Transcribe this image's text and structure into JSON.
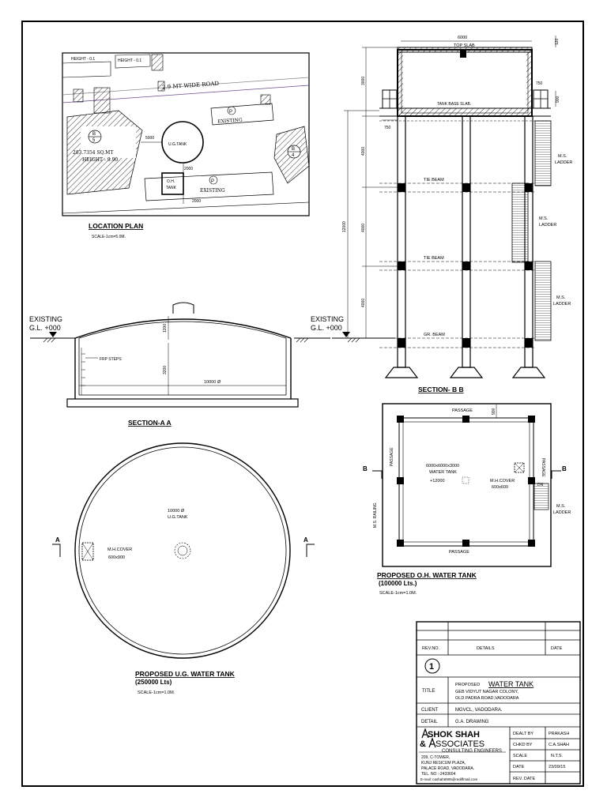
{
  "location_plan": {
    "labels": {
      "height_a": "HEIGHT - 0.1",
      "height_b": "HEIGHT - 0.1",
      "road": "2.9 MT WIDE ROAD",
      "p_top": "P",
      "existing_top": "EXISTING",
      "area": "283.7354 SQ.MT",
      "height_c": "HEIGHT - 9.90",
      "ug_tank": "U.G.TANK",
      "dim_5000": "5000",
      "dim_2000a": "2000",
      "oh_tank_1": "O.H.",
      "oh_tank_2": "TANK",
      "p_bottom": "P",
      "existing_bottom": "EXISTING",
      "dim_2000b": "2000",
      "bubble_left_top": "B",
      "bubble_left_bottom": "5",
      "bubble_right_top": "B",
      "bubble_right_bottom": "4"
    },
    "title": "LOCATION PLAN",
    "scale": "SCALE-1cm=5.0M."
  },
  "section_aa": {
    "existing": "EXISTING",
    "gl": "G.L. +000",
    "frp_steps": "FRP STEPS",
    "dim_1200": "1200",
    "dim_3200": "3200",
    "diameter": "10000 Ø",
    "title": "SECTION-A A"
  },
  "section_bb": {
    "dim_6000": "6000",
    "top_slab": "TOP SLAB",
    "dim_120": "120",
    "dim_3000": "3000",
    "dim_750a": "750",
    "dim_900": "900",
    "tank_base_slab": "TANK BASE SLAB.",
    "dim_750b": "750",
    "dim_4000a": "4000",
    "dim_4000b": "4000",
    "dim_4000c": "4000",
    "dim_12000": "12000",
    "tie_beam_1": "TIE BEAM",
    "tie_beam_2": "TIE BEAM",
    "gr_beam": "GR. BEAM",
    "ladder_1a": "M.S.",
    "ladder_1b": "LADDER",
    "ladder_2a": "M.S.",
    "ladder_2b": "LADDER",
    "ladder_3a": "M.S.",
    "ladder_3b": "LADDER",
    "existing": "EXISTING",
    "gl": "G.L. +000",
    "title": "SECTION- B B"
  },
  "oh_plan": {
    "passage_top": "PASSAGE",
    "passage_bottom": "PASSAGE",
    "passage_left": "PASSAGE",
    "passage_right": "PASSAGE",
    "dim_900": "900",
    "tank_size": "6000x6000x3000",
    "water_tank": "WATER TANK",
    "level": "+12000",
    "mh_cover": "M.H.COVER",
    "mh_size": "600x600",
    "dn": "DN",
    "ms_railing": "M.S. RAILING",
    "ms": "M.S.",
    "ladder": "LADDER",
    "b_left": "B",
    "b_right": "B",
    "title": "PROPOSED O.H. WATER TANK",
    "capacity": "(100000 Lts.)",
    "scale": "SCALE-1cm=1.0M."
  },
  "ug_plan": {
    "diameter": "10000 Ø",
    "tank": "U.G.TANK",
    "mh_cover": "M.H.COVER",
    "mh_size": "600x900",
    "a_left": "A",
    "a_right": "A",
    "title": "PROPOSED U.G. WATER TANK",
    "capacity": "(250000 Lts)",
    "scale": "SCALE-1cm=1.0M."
  },
  "title_block": {
    "rev_no": "REV.NO.",
    "details": "DETAILS",
    "date": "DATE",
    "sheet": "1",
    "title_label": "TITLE",
    "proposed": "PROPOSED",
    "water_tank": "WATER TANK",
    "title_line2": "GEB VIDYUT NAGAR COLONY,",
    "title_line3": "OLD PADRA ROAD,VADODARA",
    "client_label": "CLIENT",
    "client": "MGVCL, VADODARA.",
    "detail_label": "DETAIL",
    "detail": "G.A. DRAWING",
    "firm_1": "SHOK SHAH",
    "firm_amp": "&",
    "firm_2": "SSOCIATES",
    "firm_sub": "CONSULTING  ENGINEERS",
    "addr_1": "209, C-TOWER,",
    "addr_2": "KUNJ RESICUM PLAZA,",
    "addr_3": "PALACE ROAD, VADODARA.",
    "addr_4": "TEL. NO :-2433604",
    "addr_5": "E-mail :cashah6905@rediffmail.com",
    "dealt_by_label": "DEALT BY",
    "dealt_by": "PRAKASH",
    "chkd_by_label": "CHKD BY",
    "chkd_by": "C.A.SHAH",
    "scale_label": "SCALE",
    "scale": "N.T.S.",
    "date_label": "DATE",
    "date_value": "23/09/15",
    "rev_date_label": "REV. DATE",
    "rev_date": ""
  }
}
